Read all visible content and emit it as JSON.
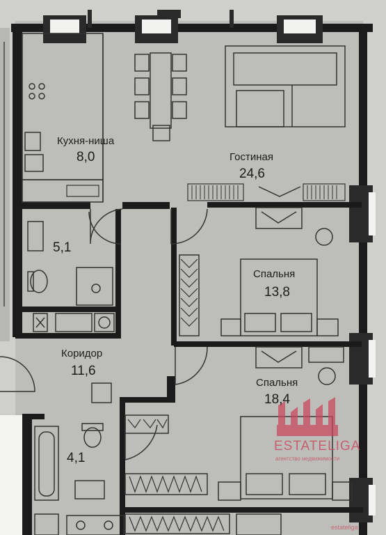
{
  "rooms": {
    "kitchen": {
      "name": "Кухня-ниша",
      "area": "8,0"
    },
    "living": {
      "name": "Гостиная",
      "area": "24,6"
    },
    "bath1": {
      "name": "",
      "area": "5,1"
    },
    "bedroom1": {
      "name": "Спальня",
      "area": "13,8"
    },
    "corridor": {
      "name": "Коридор",
      "area": "11,6"
    },
    "bedroom2": {
      "name": "Спальня",
      "area": "18,4"
    },
    "bath2": {
      "name": "",
      "area": "4,1"
    }
  },
  "watermark": {
    "brand": "ESTATELIGA",
    "tagline": "агентство недвижимости",
    "corner": "estateliga",
    "color": "#c9485e"
  },
  "colors": {
    "floor": "#bdbdb9",
    "wall": "#1b1b1b",
    "background": "#cfcfcb"
  }
}
